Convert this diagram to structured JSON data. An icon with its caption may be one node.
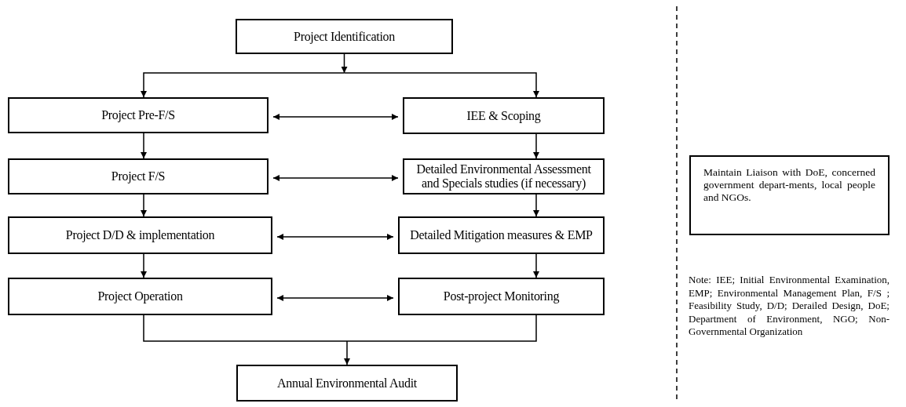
{
  "diagram": {
    "nodes": [
      {
        "text": [
          "Project Identification"
        ]
      },
      {
        "text": [
          "Project Pre-F/S"
        ]
      },
      {
        "text": [
          "IEE & Scoping"
        ]
      },
      {
        "text": [
          "Project F/S"
        ]
      },
      {
        "text": [
          "Detailed Environmental Assessment and Specials studies (if necessary)"
        ]
      },
      {
        "text": [
          "Project D/D & implementation"
        ]
      },
      {
        "text": [
          "Detailed Mitigation measures & EMP"
        ]
      },
      {
        "text": [
          "Project Operation"
        ]
      },
      {
        "text": [
          "Post-project Monitoring"
        ]
      },
      {
        "text": [
          "Annual Environmental Audit"
        ]
      },
      {
        "text": [
          "Maintain Liaison with DoE, concerned government depart-ments, local people and NGOs."
        ]
      }
    ],
    "edges": [
      {
        "from": 0,
        "to": 1,
        "arrow": "to"
      },
      {
        "from": 0,
        "to": 2,
        "arrow": "to"
      },
      {
        "from": 1,
        "to": 2,
        "arrow": "both"
      },
      {
        "from": 1,
        "to": 3,
        "arrow": "to"
      },
      {
        "from": 2,
        "to": 4,
        "arrow": "to"
      },
      {
        "from": 3,
        "to": 4,
        "arrow": "both"
      },
      {
        "from": 3,
        "to": 5,
        "arrow": "to"
      },
      {
        "from": 4,
        "to": 6,
        "arrow": "to"
      },
      {
        "from": 5,
        "to": 6,
        "arrow": "both"
      },
      {
        "from": 5,
        "to": 7,
        "arrow": "to"
      },
      {
        "from": 6,
        "to": 8,
        "arrow": "to"
      },
      {
        "from": 7,
        "to": 8,
        "arrow": "both"
      },
      {
        "from": 7,
        "to": 9,
        "arrow": "to"
      },
      {
        "from": 8,
        "to": 9,
        "arrow": "to"
      }
    ],
    "labels": [
      "Note: IEE; Initial Environmental Examination, EMP; Environmental Management Plan, F/S ; Feasibility Study, D/D; Derailed Design, DoE; Department of Environment, NGO; Non-Governmental Organization"
    ]
  }
}
